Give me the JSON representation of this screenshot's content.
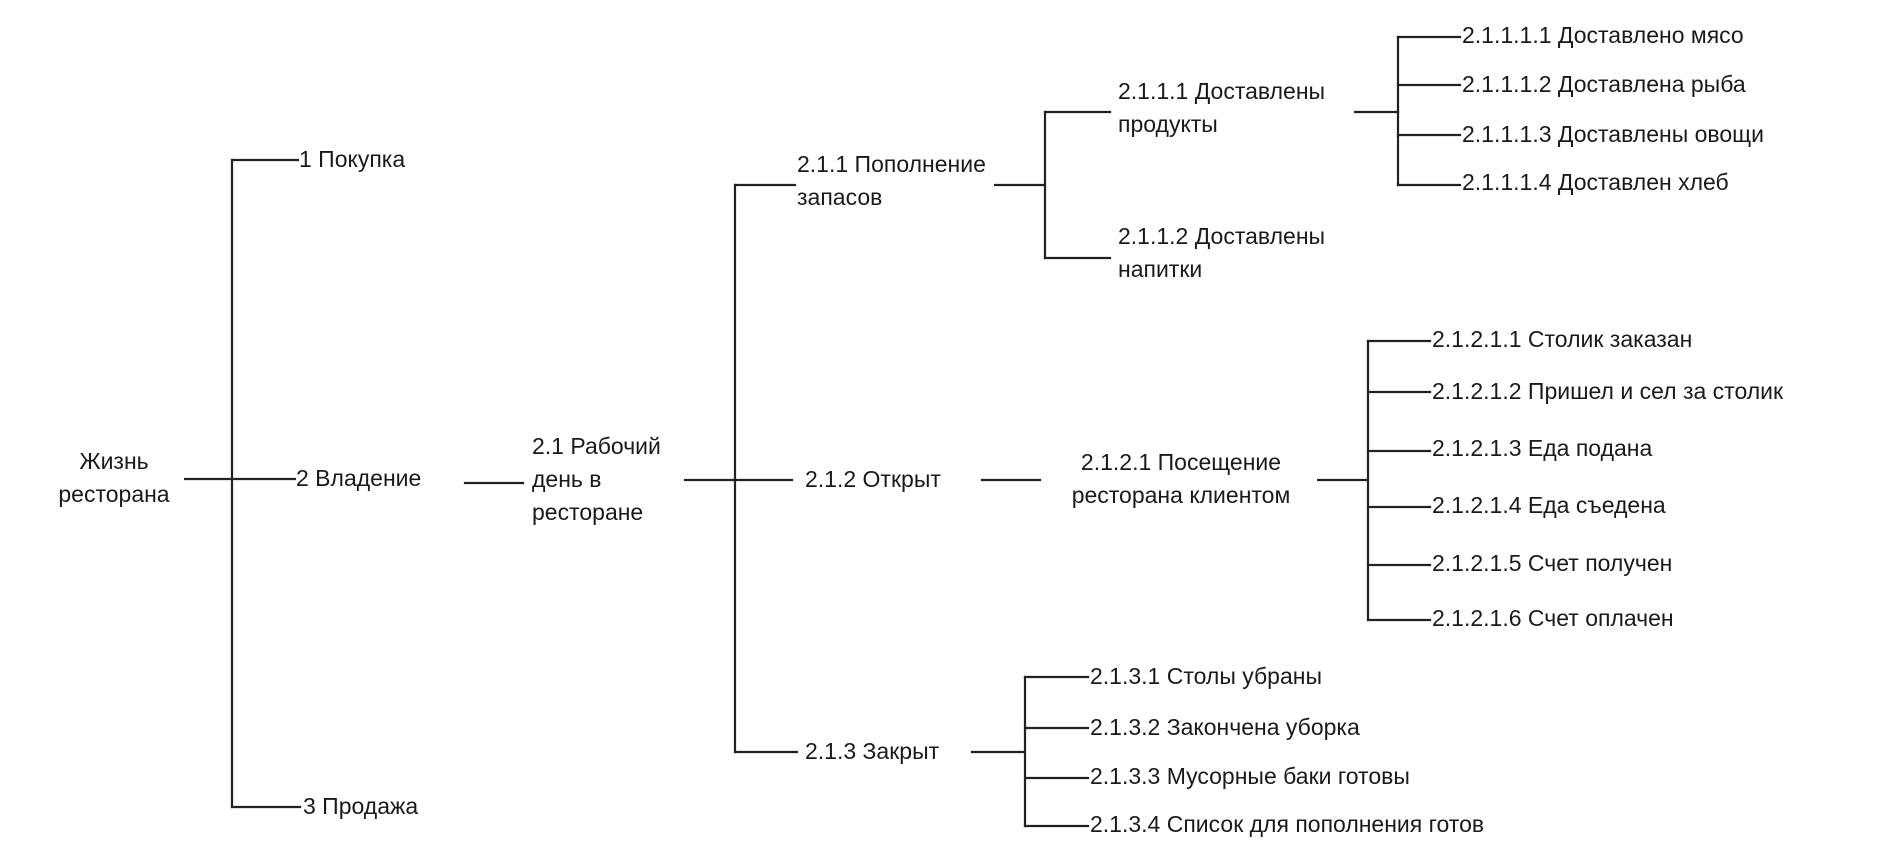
{
  "root": {
    "label": "Жизнь\nресторана"
  },
  "level1": [
    {
      "label": "1 Покупка"
    },
    {
      "label": "2 Владение"
    },
    {
      "label": "3 Продажа"
    }
  ],
  "n2_1": {
    "label": "2.1 Рабочий\nдень в\nресторане"
  },
  "level3": [
    {
      "label": "2.1.1 Пополнение\nзапасов"
    },
    {
      "label": "2.1.2 Открыт"
    },
    {
      "label": "2.1.3 Закрыт"
    }
  ],
  "n2_1_1_children": [
    {
      "label": "2.1.1.1 Доставлены\nпродукты"
    },
    {
      "label": "2.1.1.2 Доставлены\nнапитки"
    }
  ],
  "n2_1_1_1_children": [
    {
      "label": "2.1.1.1.1 Доставлено мясо"
    },
    {
      "label": "2.1.1.1.2 Доставлена рыба"
    },
    {
      "label": "2.1.1.1.3 Доставлены овощи"
    },
    {
      "label": "2.1.1.1.4 Доставлен хлеб"
    }
  ],
  "n2_1_2_1": {
    "label": "2.1.2.1 Посещение\nресторана клиентом"
  },
  "n2_1_2_1_children": [
    {
      "label": "2.1.2.1.1 Столик заказан"
    },
    {
      "label": "2.1.2.1.2 Пришел и сел за столик"
    },
    {
      "label": "2.1.2.1.3 Еда подана"
    },
    {
      "label": "2.1.2.1.4 Еда съедена"
    },
    {
      "label": "2.1.2.1.5 Счет получен"
    },
    {
      "label": "2.1.2.1.6 Счет оплачен"
    }
  ],
  "n2_1_3_children": [
    {
      "label": "2.1.3.1 Столы убраны"
    },
    {
      "label": "2.1.3.2 Закончена уборка"
    },
    {
      "label": "2.1.3.3 Мусорные баки готовы"
    },
    {
      "label": "2.1.3.4 Список для пополнения готов"
    }
  ]
}
